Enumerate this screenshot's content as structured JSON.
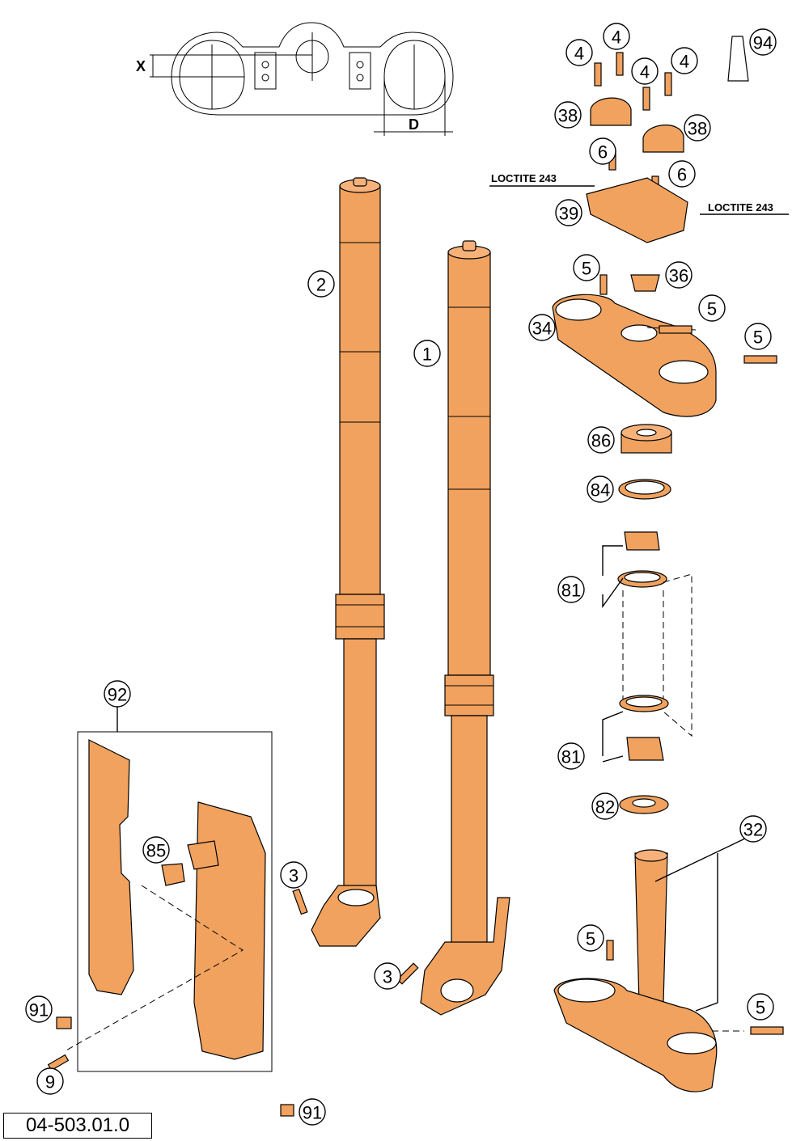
{
  "diagram": {
    "dimension_labels": {
      "x": "X",
      "d": "D"
    },
    "loctite_labels": [
      "LOCTITE 243",
      "LOCTITE 243"
    ],
    "callouts": [
      "4",
      "4",
      "4",
      "4",
      "94",
      "38",
      "38",
      "6",
      "6",
      "39",
      "5",
      "36",
      "5",
      "34",
      "5",
      "86",
      "84",
      "81",
      "81",
      "82",
      "32",
      "5",
      "5",
      "2",
      "1",
      "3",
      "3",
      "92",
      "85",
      "91",
      "9",
      "91"
    ],
    "document_ref": "04-503.01.0",
    "colors": {
      "part_fill": "#f1a25e",
      "outline": "#000000",
      "background": "#ffffff"
    }
  }
}
